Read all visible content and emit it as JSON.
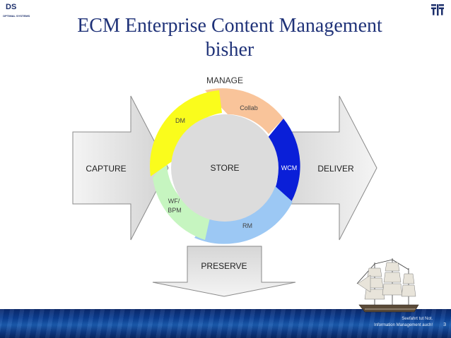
{
  "header": {
    "title_line1": "ECM Enterprise Content Management",
    "title_line2": "bisher",
    "logo_left_mark": "DS",
    "logo_left_subtitle": "OPTIMAL SYSTEMS"
  },
  "diagram": {
    "manage_label": "MANAGE",
    "store_label": "STORE",
    "capture_label": "CAPTURE",
    "deliver_label": "DELIVER",
    "preserve_label": "PRESERVE",
    "segments": [
      {
        "label": "Collab",
        "color": "#f9c49a"
      },
      {
        "label": "WCM",
        "color": "#0a1fd8"
      },
      {
        "label": "RM",
        "color": "#9cc8f4"
      },
      {
        "label": "WF/",
        "label2": "BPM",
        "color": "#c6f5c0"
      },
      {
        "label": "DM",
        "color": "#fafc1c"
      }
    ]
  },
  "footer": {
    "note_line1": "Seefahrt tut Not.",
    "note_line2": "Information Management auch!",
    "page_number": "3"
  }
}
